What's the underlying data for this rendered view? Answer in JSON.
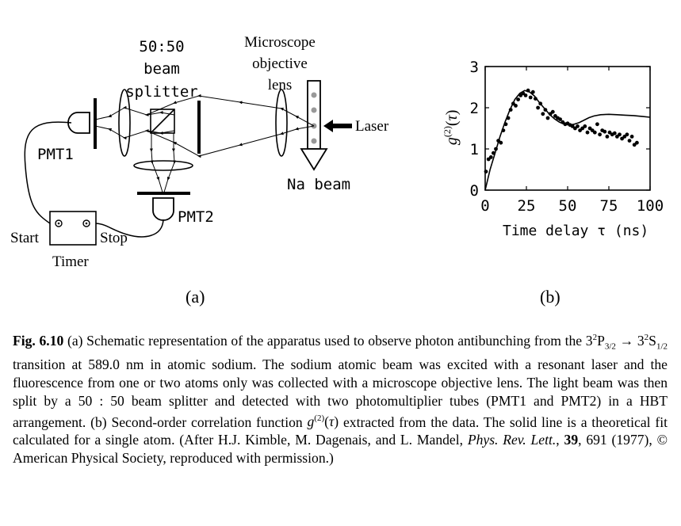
{
  "panel_a": {
    "splitter_lines": [
      "50:50",
      "beam",
      "splitter"
    ],
    "objective_lines": [
      "Microscope",
      "objective",
      "lens"
    ],
    "laser_label": "Laser",
    "na_beam_label": "Na beam",
    "pmt1_label": "PMT1",
    "pmt2_label": "PMT2",
    "start_label": "Start",
    "stop_label": "Stop",
    "timer_label": "Timer",
    "panel_label": "(a)"
  },
  "panel_b": {
    "panel_label": "(b)"
  },
  "chart_data": {
    "type": "scatter",
    "xlabel": "Time delay τ (ns)",
    "ylabel": "g(2)(τ)",
    "xlim": [
      0,
      100
    ],
    "ylim": [
      0,
      3
    ],
    "xticks": [
      0,
      25,
      50,
      75,
      100
    ],
    "yticks": [
      0,
      1,
      2,
      3
    ],
    "grid": false,
    "series": [
      {
        "kind": "points",
        "x": [
          0.5,
          2,
          3.5,
          5,
          6.5,
          8,
          9.5,
          11,
          12.5,
          14,
          15.5,
          17,
          18.5,
          20,
          21.5,
          23,
          24.5,
          26,
          27.5,
          29,
          30.5,
          32,
          33.5,
          35,
          36.5,
          38,
          39.5,
          41,
          42.5,
          44,
          45.5,
          47,
          48.5,
          50,
          51.5,
          53,
          54.5,
          56,
          57.5,
          59,
          60.5,
          62,
          63.5,
          65,
          66.5,
          68,
          69.5,
          71,
          72.5,
          74,
          75.5,
          77,
          78.5,
          80,
          81.5,
          83,
          84.5,
          86,
          87.5,
          89,
          90.5,
          92
        ],
        "y": [
          0.45,
          0.75,
          0.8,
          0.9,
          1.0,
          1.2,
          1.15,
          1.45,
          1.6,
          1.75,
          1.95,
          2.1,
          2.05,
          2.2,
          2.3,
          2.35,
          2.3,
          2.42,
          2.25,
          2.38,
          2.22,
          2.0,
          2.1,
          1.85,
          1.95,
          1.75,
          1.85,
          1.9,
          1.8,
          1.75,
          1.72,
          1.65,
          1.6,
          1.62,
          1.58,
          1.55,
          1.5,
          1.55,
          1.45,
          1.5,
          1.55,
          1.4,
          1.5,
          1.45,
          1.4,
          1.6,
          1.35,
          1.45,
          1.42,
          1.3,
          1.4,
          1.35,
          1.38,
          1.3,
          1.35,
          1.25,
          1.3,
          1.35,
          1.2,
          1.3,
          1.1,
          1.15
        ]
      },
      {
        "kind": "line",
        "x": [
          0,
          3,
          6,
          9,
          12,
          15,
          18,
          21,
          24,
          27,
          30,
          33,
          36,
          39,
          42,
          45,
          48,
          51,
          54,
          57,
          60,
          63,
          66,
          70,
          75,
          80,
          85,
          90,
          95,
          100
        ],
        "y": [
          0.0,
          0.5,
          0.9,
          1.3,
          1.65,
          1.95,
          2.2,
          2.35,
          2.42,
          2.38,
          2.28,
          2.12,
          1.98,
          1.84,
          1.73,
          1.65,
          1.6,
          1.58,
          1.6,
          1.64,
          1.7,
          1.76,
          1.8,
          1.83,
          1.84,
          1.83,
          1.82,
          1.81,
          1.79,
          1.77
        ]
      }
    ]
  },
  "caption": {
    "fig_label": "Fig. 6.10",
    "part1": " (a) Schematic representation of the apparatus used to observe photon antibunching from the ",
    "part2": " transition at 589.0 nm in atomic sodium. The sodium atomic beam was excited with a resonant laser and the fluorescence from one or two atoms only was collected with a microscope objective lens. The light beam was then split by a ",
    "ratio": "50 : 50",
    "part3": " beam splitter and detected with two photomultiplier tubes (PMT1 and PMT2) in a HBT arrangement. (b) Second-order correlation function ",
    "part4": " extracted from the data. The solid line is a theoretical fit calculated for a single atom. (After H.J. Kimble, M. Dagenais, and L. Mandel, ",
    "journal": "Phys. Rev. Lett.",
    "comma": ", ",
    "volume": "39",
    "part5": ", 691 (1977), ",
    "copyright": "©",
    "part6": " American Physical Society, reproduced with permission.)"
  }
}
